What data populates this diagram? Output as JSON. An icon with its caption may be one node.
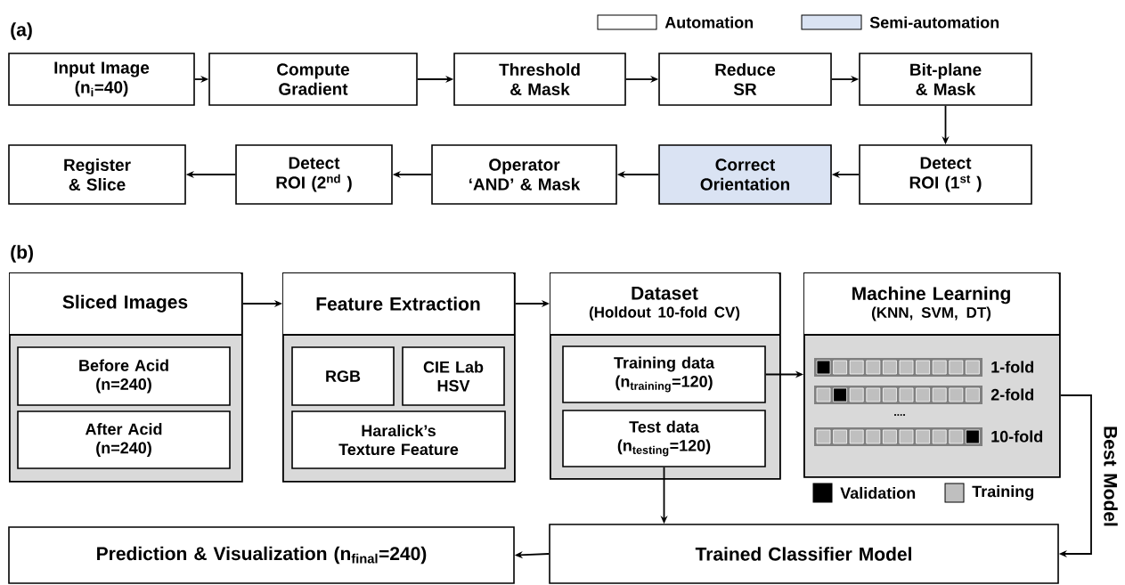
{
  "diagram": {
    "nodes": [
      {
        "text": [
          "Input Image (n$_{i}$=40)"
        ]
      },
      {
        "text": [
          "Compute Gradient"
        ]
      },
      {
        "text": [
          "Threshold & Mask"
        ]
      },
      {
        "text": [
          "Reduce SR"
        ]
      },
      {
        "text": [
          "Bit-plane & Mask"
        ]
      },
      {
        "text": [
          "Detect ROI (1$^{st}$ )"
        ]
      },
      {
        "text": [
          "Correct Orientation"
        ]
      },
      {
        "text": [
          "Operator ‘AND’ & Mask"
        ]
      },
      {
        "text": [
          "Detect ROI (2$^{nd}$ )"
        ]
      },
      {
        "text": [
          "Register & Slice"
        ]
      },
      {
        "text": [
          "Sliced Images"
        ]
      },
      {
        "text": [
          "Before Acid (n=240)"
        ],
        "in": 10
      },
      {
        "text": [
          "After Acid (n=240)"
        ],
        "in": 10
      },
      {
        "text": [
          "Feature Extraction"
        ]
      },
      {
        "text": [
          "RGB"
        ],
        "in": 13
      },
      {
        "text": [
          "CIE Lab HSV"
        ],
        "in": 13
      },
      {
        "text": [
          "Haralick’s Texture Feature"
        ],
        "in": 13
      },
      {
        "text": [
          "Dataset",
          "(Holdout 10-fold CV)"
        ]
      },
      {
        "text": [
          "Training data (n$_{training}$=120)"
        ],
        "in": 17
      },
      {
        "text": [
          "Test data (n$_{testing}$=120)"
        ],
        "in": 17
      },
      {
        "text": [
          "Machine Learning",
          "(KNN, SVM, DT)"
        ]
      },
      {
        "text": [
          "Trained Classifier Model"
        ]
      },
      {
        "text": [
          "Prediction & Visualization (n$_{final}$=240)"
        ]
      }
    ],
    "edges": [
      {
        "from": 0,
        "to": 1,
        "arrow": "to"
      },
      {
        "from": 1,
        "to": 2,
        "arrow": "to"
      },
      {
        "from": 2,
        "to": 3,
        "arrow": "to"
      },
      {
        "from": 3,
        "to": 4,
        "arrow": "to"
      },
      {
        "from": 4,
        "to": 5,
        "arrow": "to"
      },
      {
        "from": 5,
        "to": 6,
        "arrow": "to"
      },
      {
        "from": 6,
        "to": 7,
        "arrow": "to"
      },
      {
        "from": 7,
        "to": 8,
        "arrow": "to"
      },
      {
        "from": 8,
        "to": 9,
        "arrow": "to"
      },
      {
        "from": 10,
        "to": 13,
        "arrow": "to"
      },
      {
        "from": 13,
        "to": 17,
        "arrow": "to"
      },
      {
        "from": 18,
        "to": 20,
        "arrow": "to"
      },
      {
        "from": 19,
        "to": 21,
        "arrow": "to"
      },
      {
        "from": 20,
        "to": 21,
        "arrow": "to",
        "label": "Best Model"
      },
      {
        "from": 21,
        "to": 22,
        "arrow": "to"
      }
    ],
    "labels": [
      "(a)",
      "(b)",
      "1-fold",
      "2-fold",
      "....",
      "10-fold"
    ],
    "legend": [
      {
        "text": "Automation"
      },
      {
        "text": "Semi-automation",
        "color": "#dae3f3"
      },
      {
        "text": "Validation",
        "color": "#000000"
      },
      {
        "text": "Training",
        "color": "#bfbfbf"
      }
    ]
  }
}
